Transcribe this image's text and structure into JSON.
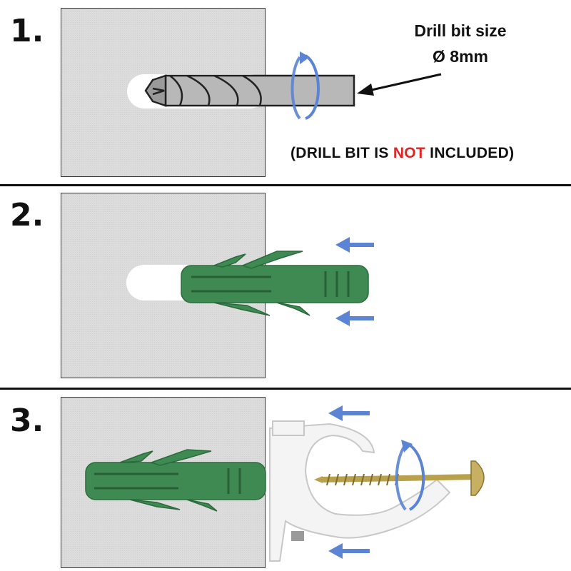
{
  "steps": [
    {
      "number": "1."
    },
    {
      "number": "2."
    },
    {
      "number": "3."
    }
  ],
  "step1": {
    "callout_title": "Drill bit size",
    "callout_value": "Ø 8mm",
    "note_prefix": "(DRILL BIT IS ",
    "note_highlight": "NOT",
    "note_suffix": " INCLUDED)"
  },
  "colors": {
    "wall": "#dcdcdc",
    "anchor_green": "#3f8a52",
    "arrow_blue": "#5b84d4",
    "highlight_red": "#e02424",
    "clip_white": "#f4f4f4",
    "screw_gold": "#b9a04a"
  },
  "icons": [
    "rotation-arrow-icon",
    "push-arrow-icon",
    "pointer-arrow-icon"
  ]
}
